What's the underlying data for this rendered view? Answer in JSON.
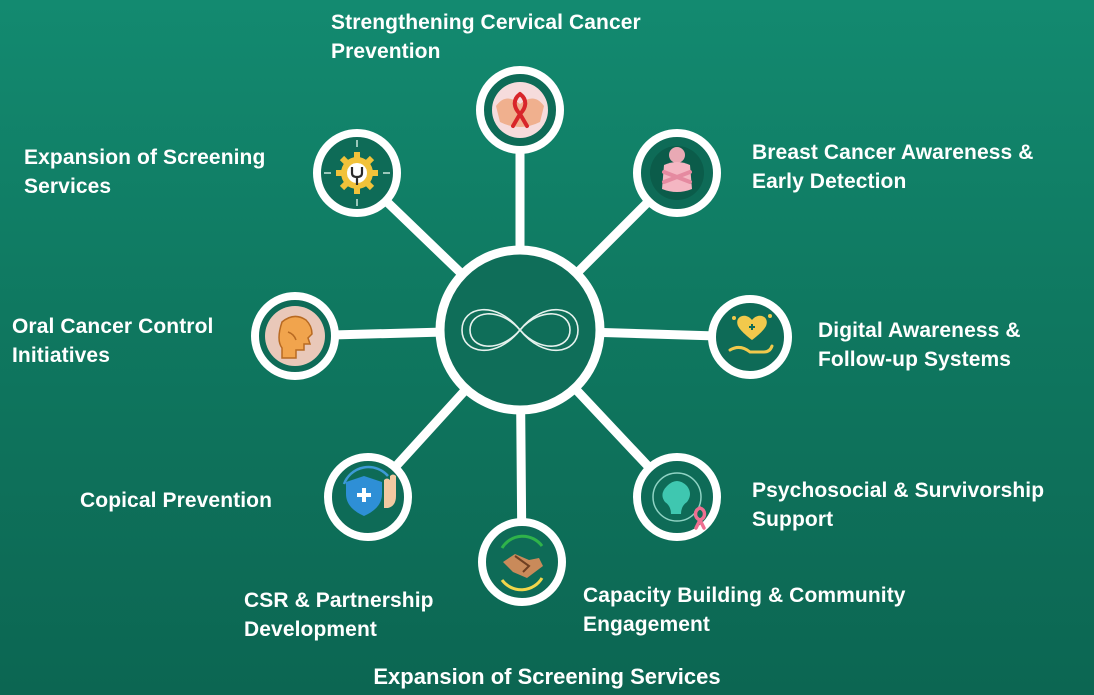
{
  "diagram": {
    "nodes": [
      {
        "id": "cervical",
        "label": "Strengthening Cervical Cancer\nPrevention",
        "icon": "ribbon-hands-icon"
      },
      {
        "id": "breast",
        "label": "Breast Cancer Awareness &\nEarly Detection",
        "icon": "breast-awareness-icon"
      },
      {
        "id": "digital",
        "label": "Digital Awareness &\nFollow-up Systems",
        "icon": "heart-care-hand-icon"
      },
      {
        "id": "psychosocial",
        "label": "Psychosocial & Survivorship\nSupport",
        "icon": "head-ribbon-icon"
      },
      {
        "id": "capacity",
        "label": "Capacity Building & Community\nEngagement",
        "icon": "handshake-icon"
      },
      {
        "id": "csr",
        "label": "CSR & Partnership\nDevelopment",
        "icon": null
      },
      {
        "id": "copical",
        "label": "Copical Prevention",
        "icon": "shield-hand-icon"
      },
      {
        "id": "oral",
        "label": "Oral Cancer Control\nInitiatives",
        "icon": "oral-anatomy-icon"
      },
      {
        "id": "screening",
        "label": "Expansion of Screening\nServices",
        "icon": "gear-wrench-icon"
      }
    ],
    "center_icon": "infinity-icon",
    "footer": "Expansion of Screening Services"
  },
  "colors": {
    "background_top": "#138a70",
    "background_bottom": "#0c6652",
    "line": "#ffffff",
    "node_fill": "#0e6b57"
  }
}
